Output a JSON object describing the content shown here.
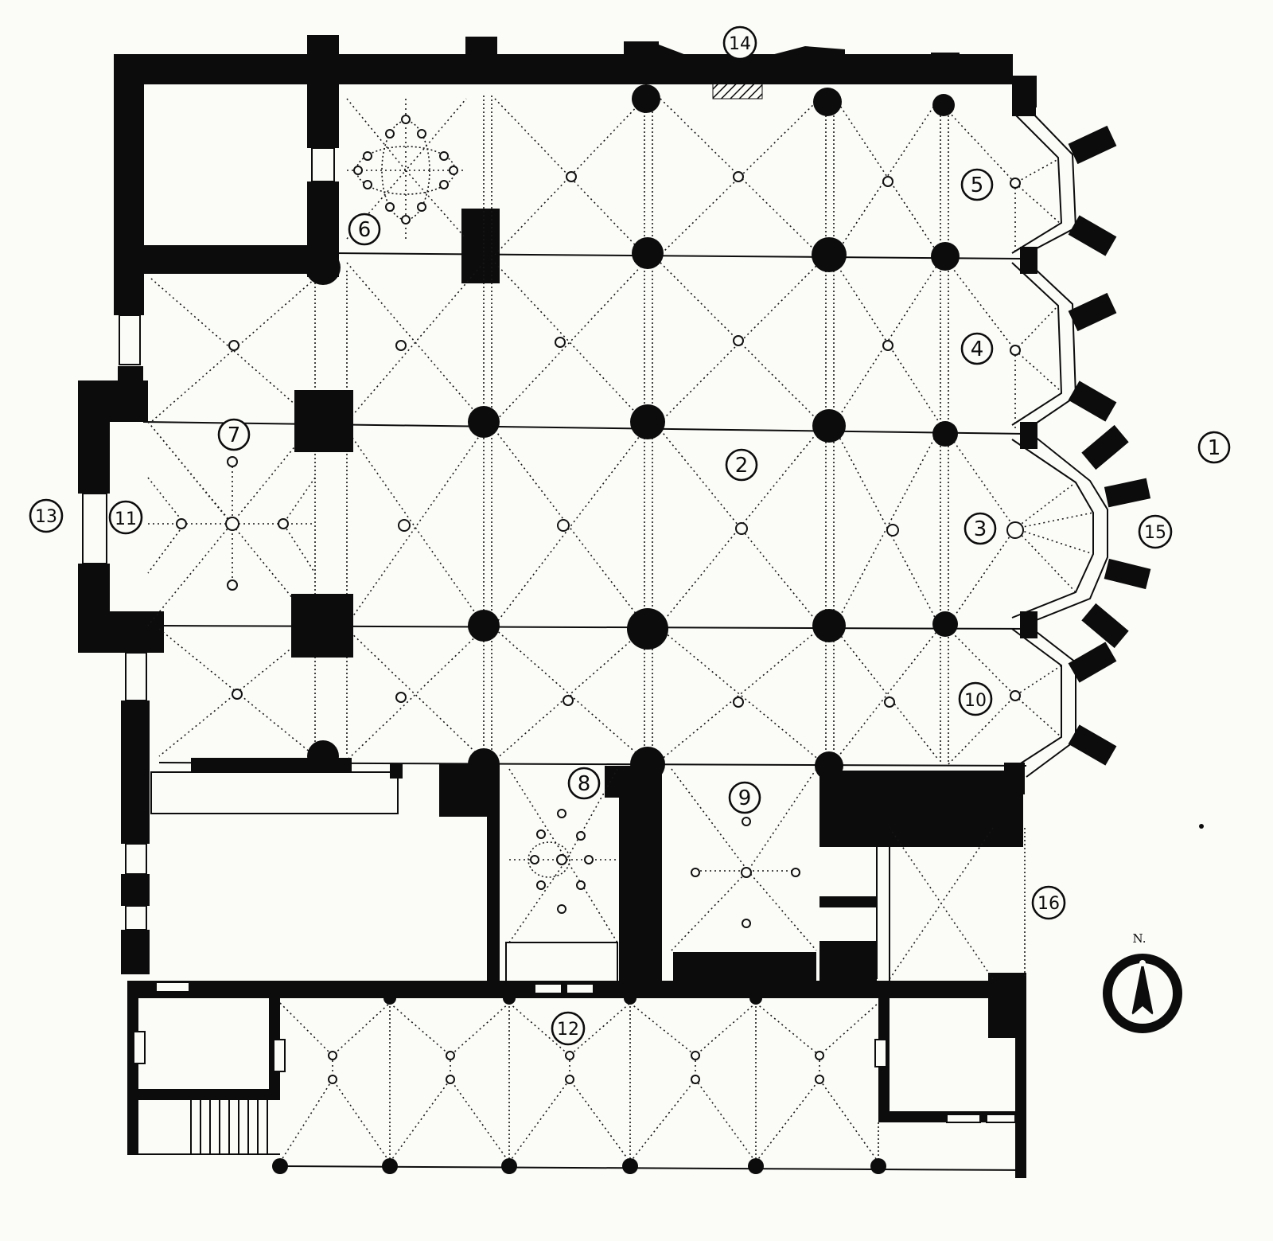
{
  "plan": {
    "compass": {
      "letter": "N."
    },
    "labels": [
      {
        "id": "1",
        "text": "1"
      },
      {
        "id": "2",
        "text": "2"
      },
      {
        "id": "3",
        "text": "3"
      },
      {
        "id": "4",
        "text": "4"
      },
      {
        "id": "5",
        "text": "5"
      },
      {
        "id": "6",
        "text": "6"
      },
      {
        "id": "7",
        "text": "7"
      },
      {
        "id": "8",
        "text": "8"
      },
      {
        "id": "9",
        "text": "9"
      },
      {
        "id": "10",
        "text": "10"
      },
      {
        "id": "11",
        "text": "11"
      },
      {
        "id": "12",
        "text": "12"
      },
      {
        "id": "13",
        "text": "13"
      },
      {
        "id": "14",
        "text": "14"
      },
      {
        "id": "15",
        "text": "15"
      },
      {
        "id": "16",
        "text": "16"
      }
    ]
  }
}
